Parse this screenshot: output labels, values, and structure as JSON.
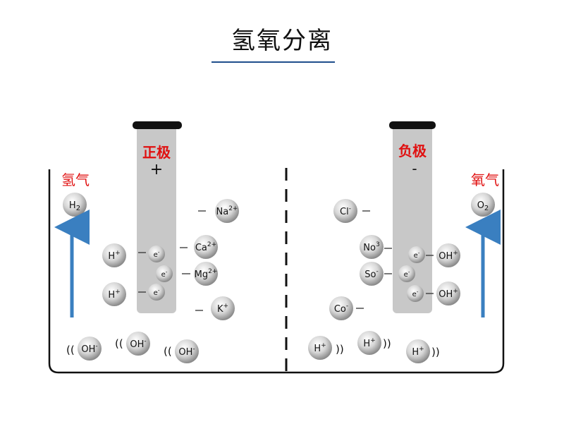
{
  "title": "氢氧分离",
  "colors": {
    "label_red": "#e01010",
    "arrow_blue": "#3a7fc0",
    "underline_blue": "#1f4e8c",
    "electrode_gray": "#c8c8c8",
    "cap_black": "#111111"
  },
  "electrodes": {
    "positive": {
      "label": "正极",
      "sign": "+"
    },
    "negative": {
      "label": "负极",
      "sign": "-"
    }
  },
  "gases": {
    "hydrogen": {
      "label": "氢气",
      "formula": "H",
      "sub": "2"
    },
    "oxygen": {
      "label": "氧气",
      "formula": "O",
      "sub": "2"
    }
  },
  "ions": {
    "na": {
      "base": "Na",
      "sup": "2+"
    },
    "ca": {
      "base": "Ca",
      "sup": "2+"
    },
    "mg": {
      "base": "Mg",
      "sup": "2+"
    },
    "k": {
      "base": "K",
      "sup": "+"
    },
    "h_left_1": {
      "base": "H",
      "sup": "+"
    },
    "h_left_2": {
      "base": "H",
      "sup": "+"
    },
    "e1": {
      "base": "e",
      "sup": "-"
    },
    "e2": {
      "base": "e",
      "sup": "-"
    },
    "e3": {
      "base": "e",
      "sup": "-"
    },
    "e4": {
      "base": "e",
      "sup": "-"
    },
    "e5": {
      "base": "e",
      "sup": "-"
    },
    "e6": {
      "base": "e",
      "sup": "-"
    },
    "cl": {
      "base": "Cl",
      "sup": "-"
    },
    "no3": {
      "base": "No",
      "sup": "3"
    },
    "so": {
      "base": "So",
      "sup": "-"
    },
    "co": {
      "base": "Co",
      "sup": "-"
    },
    "oh_right_1": {
      "base": "OH",
      "sup": "+"
    },
    "oh_right_2": {
      "base": "OH",
      "sup": "+"
    },
    "oh_bottom_1": {
      "base": "OH",
      "sup": "-"
    },
    "oh_bottom_2": {
      "base": "OH",
      "sup": "-"
    },
    "oh_bottom_3": {
      "base": "OH",
      "sup": "-"
    },
    "h_bottom_1": {
      "base": "H",
      "sup": "+"
    },
    "h_bottom_2": {
      "base": "H",
      "sup": "+"
    },
    "h_bottom_3": {
      "base": "H",
      "sup": "+"
    }
  },
  "waves": {
    "left": "((",
    "right": "))"
  }
}
